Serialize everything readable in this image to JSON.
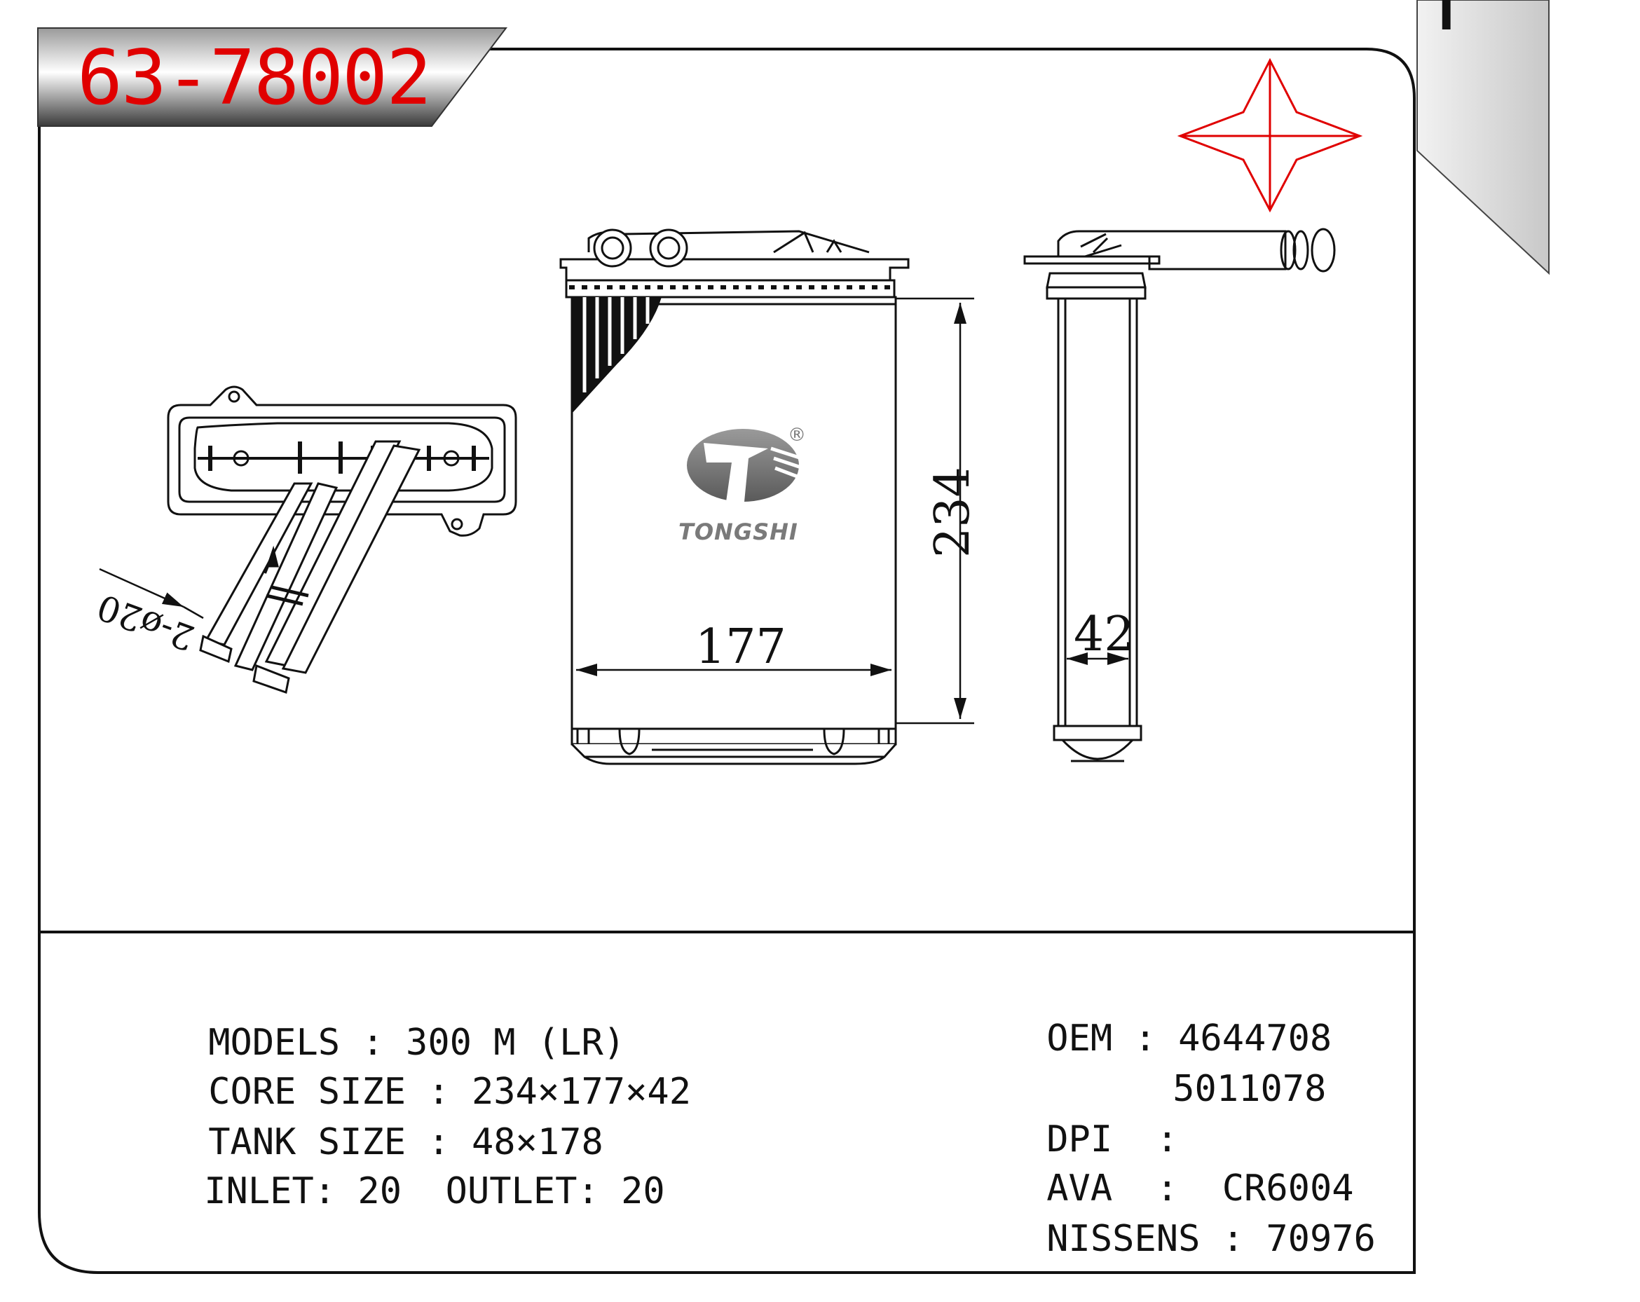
{
  "header": {
    "part_number": "63-78002"
  },
  "corner_tab": {
    "glyph": "F"
  },
  "drawing": {
    "logo": {
      "brand": "TONGSHI",
      "registered_mark": "®"
    },
    "dimensions": {
      "height": "234",
      "width": "177",
      "depth": "42",
      "pipe_diameter": "2-ø20"
    }
  },
  "specs": {
    "models": {
      "label": "MODELS",
      "sep": ":",
      "value": "300 M (LR)"
    },
    "core_size": {
      "label": "CORE SIZE",
      "sep": ":",
      "value": "234×177×42"
    },
    "tank_size": {
      "label": "TANK SIZE",
      "sep": ":",
      "value": "48×178"
    },
    "inlet": {
      "label": "INLET:",
      "value": "20"
    },
    "outlet": {
      "label": "OUTLET:",
      "value": "20"
    }
  },
  "references": {
    "oem": {
      "label": "OEM",
      "sep": ":",
      "values": [
        "4644708",
        "5011078"
      ]
    },
    "dpi": {
      "label": "DPI",
      "sep": ":",
      "value": ""
    },
    "ava": {
      "label": "AVA",
      "sep": ":",
      "value": "CR6004"
    },
    "nissens": {
      "label": "NISSENS",
      "sep": ":",
      "value": "70976"
    }
  },
  "colors": {
    "title_red": "#e00000",
    "line": "#111111",
    "logo_gray": "#7a7a7a"
  }
}
